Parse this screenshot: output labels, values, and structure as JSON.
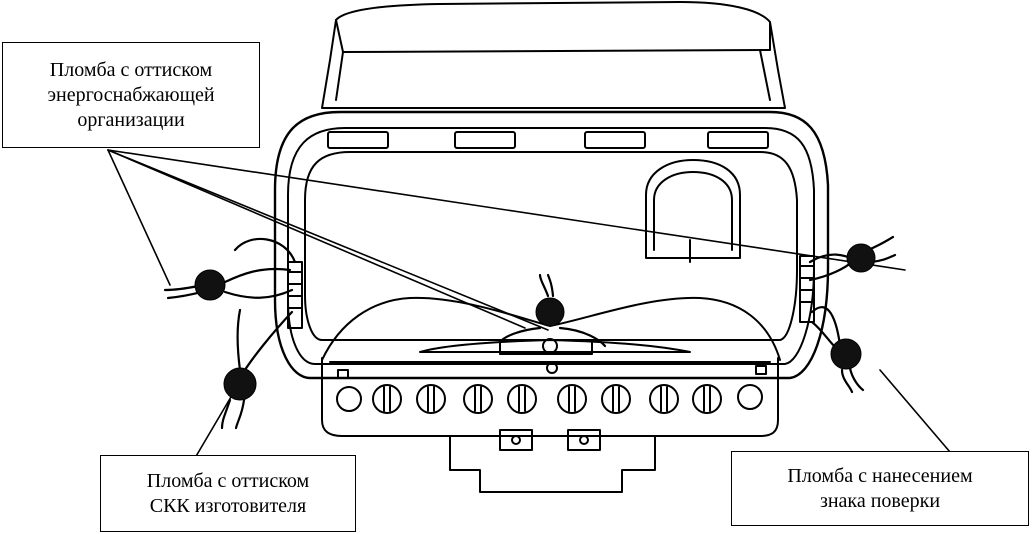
{
  "callouts": {
    "energy_org": {
      "line1": "Пломба с оттиском",
      "line2": "энергоснабжающей",
      "line3": "организации"
    },
    "manufacturer_ckk": {
      "line1": "Пломба с оттиском",
      "line2": "СКК изготовителя"
    },
    "verification_mark": {
      "line1": "Пломба с нанесением",
      "line2": "знака поверки"
    }
  }
}
